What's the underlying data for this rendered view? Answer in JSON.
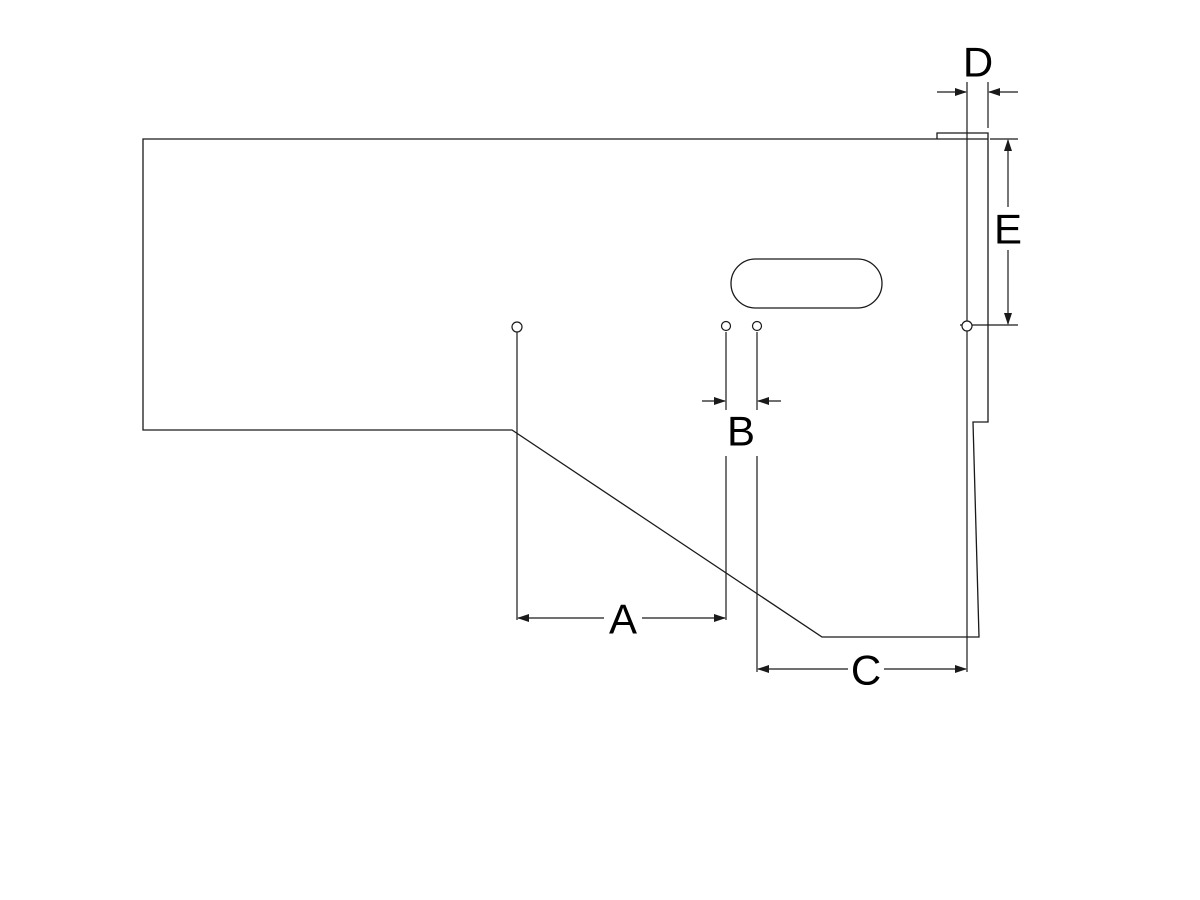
{
  "diagram": {
    "dimension_labels": {
      "a": "A",
      "b": "B",
      "c": "C",
      "d": "D",
      "e": "E"
    },
    "colors": {
      "line": "#1a1a1a",
      "background": "#ffffff",
      "text": "#000000"
    }
  }
}
